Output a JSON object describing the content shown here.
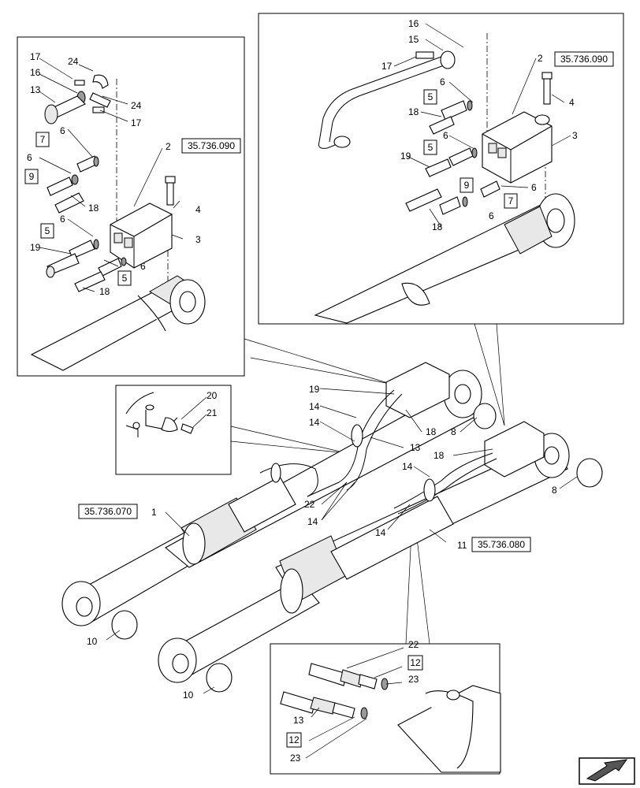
{
  "refs": {
    "r1": "35.736.090",
    "r2": "35.736.090",
    "r3": "35.736.070",
    "r4": "35.736.080"
  },
  "callouts": {
    "tl": [
      {
        "id": "tl17a",
        "t": "17"
      },
      {
        "id": "tl24a",
        "t": "24"
      },
      {
        "id": "tl16",
        "t": "16"
      },
      {
        "id": "tl13",
        "t": "13"
      },
      {
        "id": "tl24b",
        "t": "24"
      },
      {
        "id": "tl17b",
        "t": "17"
      },
      {
        "id": "tl6a",
        "t": "6"
      },
      {
        "id": "tl7",
        "t": "7"
      },
      {
        "id": "tl6b",
        "t": "6"
      },
      {
        "id": "tl9",
        "t": "9"
      },
      {
        "id": "tl18a",
        "t": "18"
      },
      {
        "id": "tl2",
        "t": "2"
      },
      {
        "id": "tl4",
        "t": "4"
      },
      {
        "id": "tl6c",
        "t": "6"
      },
      {
        "id": "tl5a",
        "t": "5"
      },
      {
        "id": "tl19",
        "t": "19"
      },
      {
        "id": "tl3",
        "t": "3"
      },
      {
        "id": "tl6d",
        "t": "6"
      },
      {
        "id": "tl5b",
        "t": "5"
      },
      {
        "id": "tl18b",
        "t": "18"
      }
    ],
    "tr": [
      {
        "id": "tr16",
        "t": "16"
      },
      {
        "id": "tr15",
        "t": "15"
      },
      {
        "id": "tr17",
        "t": "17"
      },
      {
        "id": "tr2",
        "t": "2"
      },
      {
        "id": "tr6a",
        "t": "6"
      },
      {
        "id": "tr5a",
        "t": "5"
      },
      {
        "id": "tr4",
        "t": "4"
      },
      {
        "id": "tr18a",
        "t": "18"
      },
      {
        "id": "tr6b",
        "t": "6"
      },
      {
        "id": "tr5b",
        "t": "5"
      },
      {
        "id": "tr3",
        "t": "3"
      },
      {
        "id": "tr19",
        "t": "19"
      },
      {
        "id": "tr9",
        "t": "9"
      },
      {
        "id": "tr6c",
        "t": "6"
      },
      {
        "id": "tr7",
        "t": "7"
      },
      {
        "id": "tr6d",
        "t": "6"
      },
      {
        "id": "tr18b",
        "t": "18"
      }
    ],
    "mid": [
      {
        "id": "m20",
        "t": "20"
      },
      {
        "id": "m21",
        "t": "21"
      },
      {
        "id": "m19",
        "t": "19"
      },
      {
        "id": "m14a",
        "t": "14"
      },
      {
        "id": "m14b",
        "t": "14"
      },
      {
        "id": "m18a",
        "t": "18"
      },
      {
        "id": "m13",
        "t": "13"
      },
      {
        "id": "m8a",
        "t": "8"
      },
      {
        "id": "m18b",
        "t": "18"
      },
      {
        "id": "m14c",
        "t": "14"
      },
      {
        "id": "m8b",
        "t": "8"
      },
      {
        "id": "m1",
        "t": "1"
      },
      {
        "id": "m22",
        "t": "22"
      },
      {
        "id": "m14d",
        "t": "14"
      },
      {
        "id": "m14e",
        "t": "14"
      },
      {
        "id": "m11",
        "t": "11"
      },
      {
        "id": "m10a",
        "t": "10"
      },
      {
        "id": "m10b",
        "t": "10"
      }
    ],
    "bot": [
      {
        "id": "b22",
        "t": "22"
      },
      {
        "id": "b12a",
        "t": "12"
      },
      {
        "id": "b23a",
        "t": "23"
      },
      {
        "id": "b13",
        "t": "13"
      },
      {
        "id": "b12b",
        "t": "12"
      },
      {
        "id": "b23b",
        "t": "23"
      }
    ]
  }
}
